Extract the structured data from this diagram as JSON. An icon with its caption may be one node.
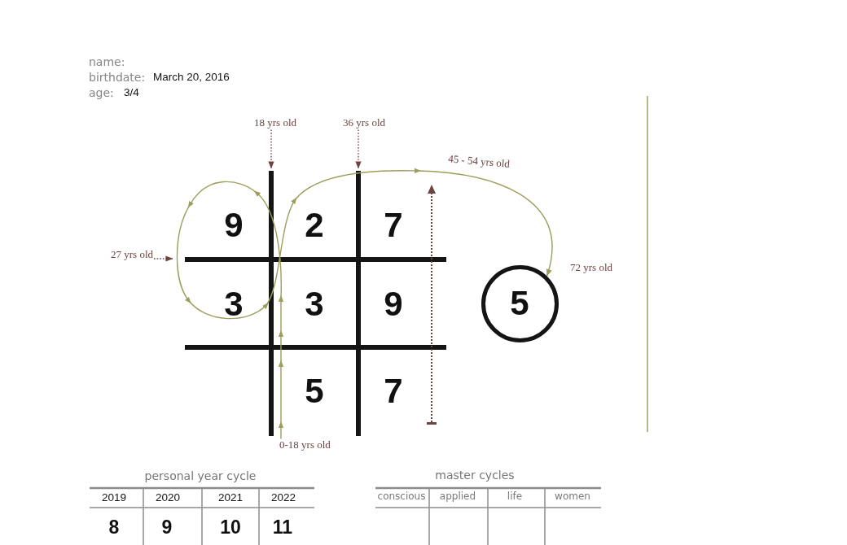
{
  "diagram": {
    "nodes": [
      {
        "text": [
          "18 yrs old"
        ]
      },
      {
        "text": [
          "36 yrs old"
        ]
      },
      {
        "text": [
          "27 yrs old"
        ]
      },
      {
        "text": [
          "5"
        ]
      },
      {
        "text": [
          "0-18 yrs old"
        ]
      }
    ],
    "edges": [
      {
        "from": 0,
        "to": null,
        "arrow": "to",
        "style": "dashed"
      },
      {
        "from": 1,
        "to": null,
        "arrow": "to",
        "style": "dashed"
      },
      {
        "from": 2,
        "to": null,
        "arrow": "to",
        "style": "dashed"
      },
      {
        "from": 4,
        "to": 3,
        "arrow": "to",
        "label": "45 - 54 yrs old",
        "color": "#9c9e5c"
      }
    ],
    "labels": [
      "name:",
      "birthdate:",
      "March 20, 2016",
      "age:",
      "3/4",
      "9",
      "2",
      "7",
      "72 yrs old",
      "3",
      "3",
      "9",
      "5",
      "7",
      "personal year cycle",
      "master cycles",
      "2019",
      "2020",
      "2021",
      "2022",
      "conscious",
      "applied",
      "life",
      "women",
      "8",
      "9",
      "10",
      "11"
    ]
  }
}
